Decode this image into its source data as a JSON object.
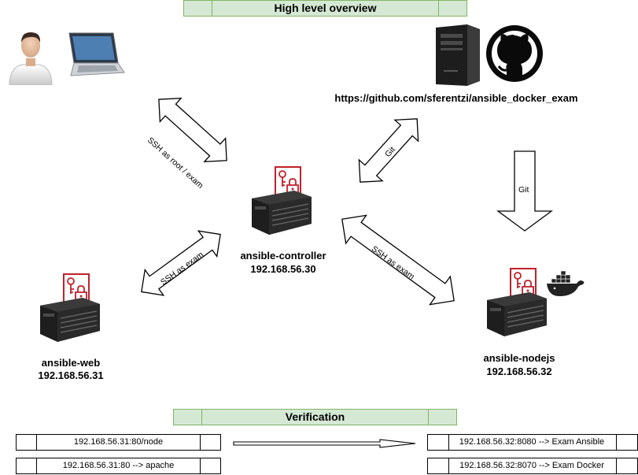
{
  "title": "High level overview",
  "repo_url": "https://github.com/sferentzi/ansible_docker_exam",
  "nodes": {
    "controller": {
      "name": "ansible-controller",
      "ip": "192.168.56.30"
    },
    "web": {
      "name": "ansible-web",
      "ip": "192.168.56.31"
    },
    "nodejs": {
      "name": "ansible-nodejs",
      "ip": "192.168.56.32"
    }
  },
  "edges": {
    "user_controller": "SSH as root / exam",
    "github_controller": "Git",
    "github_nodejs": "Git",
    "controller_web": "SSH as exam",
    "controller_nodejs": "SSH as exam"
  },
  "verification": {
    "title": "Verification",
    "left": [
      "192.168.56.31:80/node",
      "192.168.56.31:80 --> apache"
    ],
    "right": [
      "192.168.56.32:8080 --> Exam Ansible",
      "192.168.56.32:8070 --> Exam Docker"
    ]
  },
  "icons": [
    "user-icon",
    "laptop-icon",
    "server-tower-icon",
    "github-icon",
    "server-icon",
    "certificate-lock-icon",
    "docker-icon"
  ],
  "colors": {
    "header_fill": "#d5e8d4",
    "header_border": "#82b366",
    "certificate": "#c0212b",
    "docker": "#222222"
  }
}
